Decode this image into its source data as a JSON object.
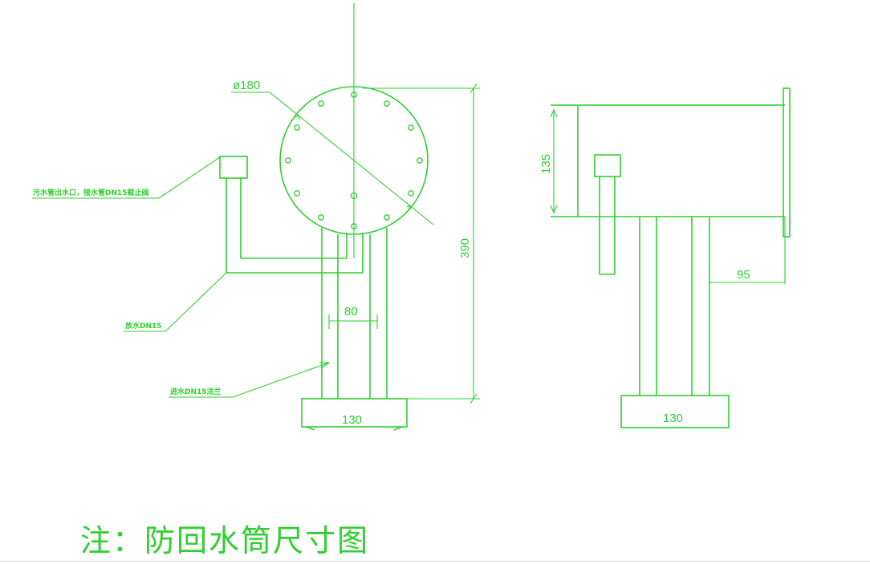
{
  "colors": {
    "line": "#2fcf2f",
    "background": "#ffffff"
  },
  "front_view": {
    "diameter_label": "ø180",
    "height_label": "390",
    "pipe_width_label": "80",
    "base_width_label": "130",
    "callouts": [
      "污水管出水口，接水管DN15截止阀",
      "放水DN15",
      "进水DN15法兰"
    ]
  },
  "side_view": {
    "body_height_label": "135",
    "offset_label": "95",
    "base_width_label": "130"
  },
  "caption": "注：防回水筒尺寸图"
}
